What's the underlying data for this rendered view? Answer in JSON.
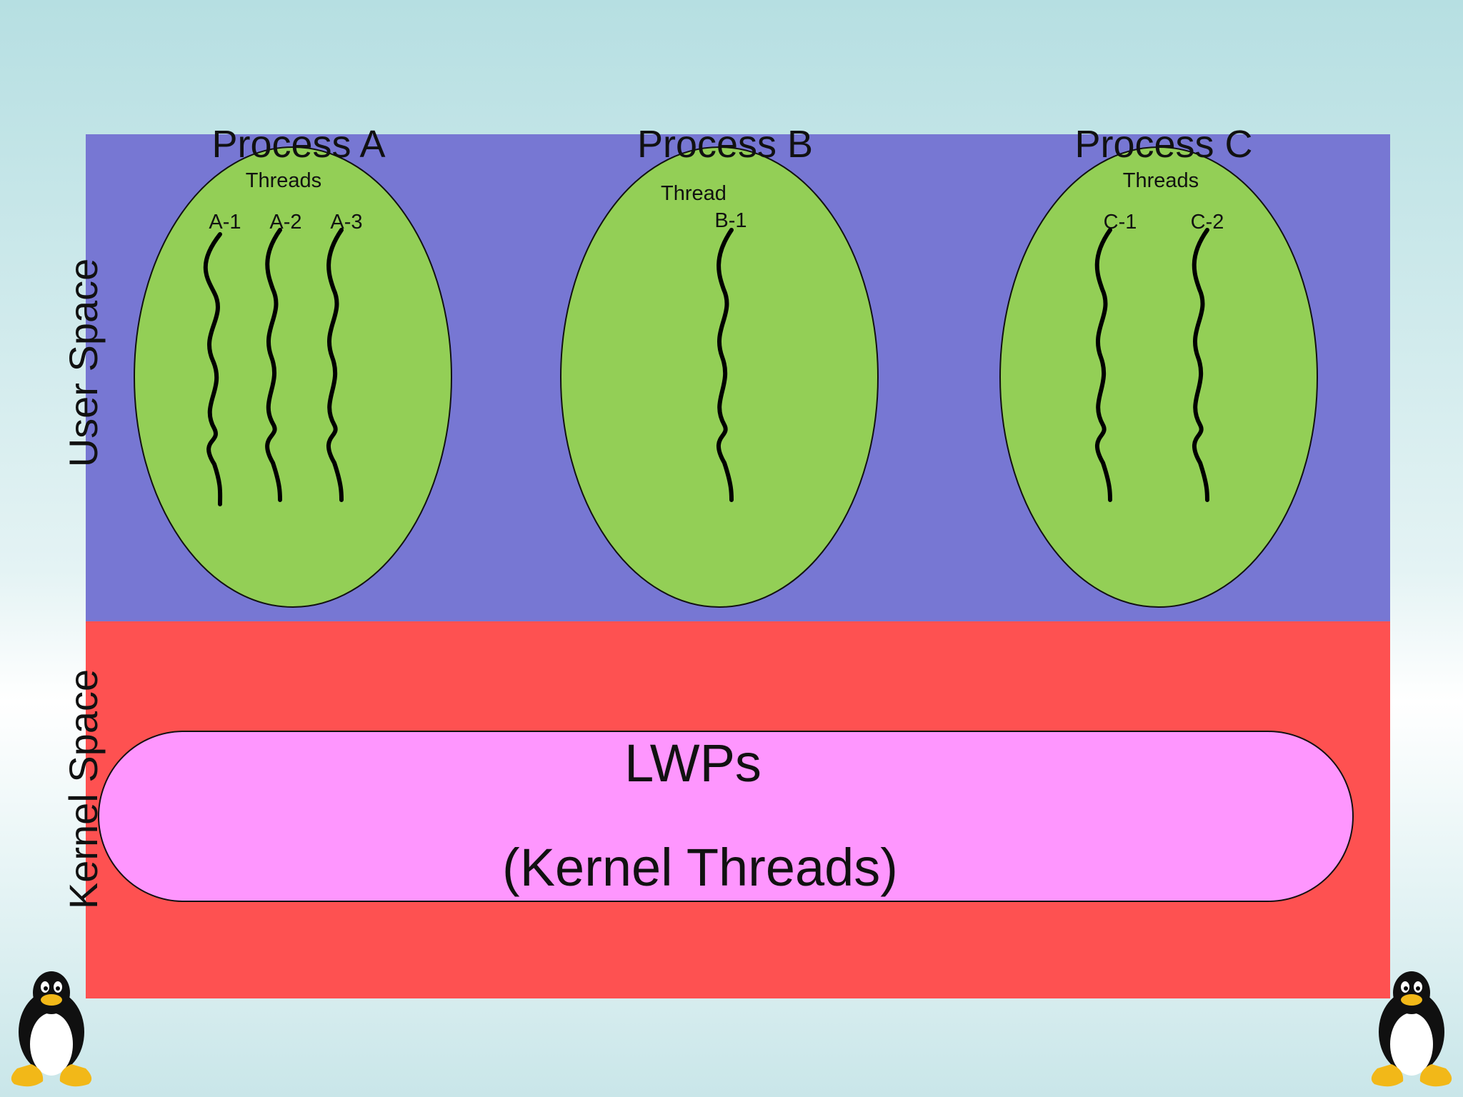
{
  "regions": {
    "user_space_label": "User Space",
    "kernel_space_label": "Kernel Space"
  },
  "processes": [
    {
      "name": "Process A",
      "threads_label": "Threads",
      "threads": [
        "A-1",
        "A-2",
        "A-3"
      ]
    },
    {
      "name": "Process B",
      "threads_label": "Thread",
      "threads": [
        "B-1"
      ]
    },
    {
      "name": "Process C",
      "threads_label": "Threads",
      "threads": [
        "C-1",
        "C-2"
      ]
    }
  ],
  "kernel": {
    "title": "LWPs",
    "subtitle": "(Kernel Threads)"
  },
  "colors": {
    "user_space": "#7777d3",
    "kernel_space": "#fe5151",
    "process": "#93cf56",
    "lwp": "#fe96fe"
  },
  "icons": [
    "tux-penguin-icon",
    "tux-penguin-icon"
  ]
}
